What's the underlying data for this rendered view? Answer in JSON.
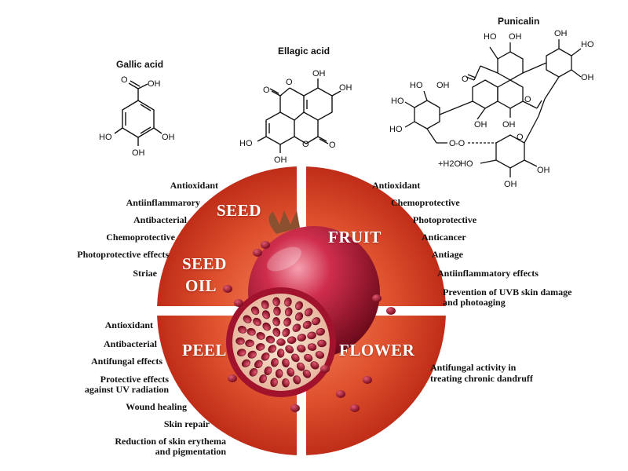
{
  "molecules": {
    "gallic": {
      "name": "Gallic acid",
      "groups": [
        "OH",
        "HO",
        "OH",
        "OH"
      ]
    },
    "ellagic": {
      "name": "Ellagic acid",
      "groups": [
        "OH",
        "OH",
        "HO",
        "OH"
      ]
    },
    "punicalin": {
      "name": "Punicalin",
      "groups": [
        "HO",
        "OH",
        "OH",
        "HO",
        "OH",
        "HO",
        "HO",
        "OH",
        "HO",
        "OH",
        "OH",
        "HO",
        "+H2O",
        "OH",
        "OH"
      ]
    }
  },
  "quadrants": {
    "seed": "SEED",
    "seed_oil": [
      "SEED",
      "OIL"
    ],
    "fruit": "FRUIT",
    "peel": "PEEL",
    "flower": "FLOWER"
  },
  "seed_properties": [
    "Antioxidant",
    "Antiinflammarory",
    "Antibacterial",
    "Chemoprotective",
    "Photoprotective effects",
    "Striae"
  ],
  "fruit_properties": [
    "Antioxidant",
    "Chemoprotective",
    "Photoprotective",
    "Anticancer",
    "Antiage",
    "Antiinflammatory effects",
    "Prevention of UVB skin damage",
    "and photoaging"
  ],
  "peel_properties": [
    "Antioxidant",
    "Antibacterial",
    "Antifungal effects",
    "Protective effects",
    "against UV radiation",
    "Wound healing",
    "Skin repair",
    "Reduction of skin erythema",
    "and pigmentation"
  ],
  "flower_properties": [
    "Antifungal activity in",
    "treating chronic dandruff"
  ],
  "colors": {
    "wheel_light": "#f0764f",
    "wheel_dark": "#bf2d18",
    "divider": "#ffffff",
    "fruit_skin": "#b01836",
    "aril": "#8c0f24"
  }
}
